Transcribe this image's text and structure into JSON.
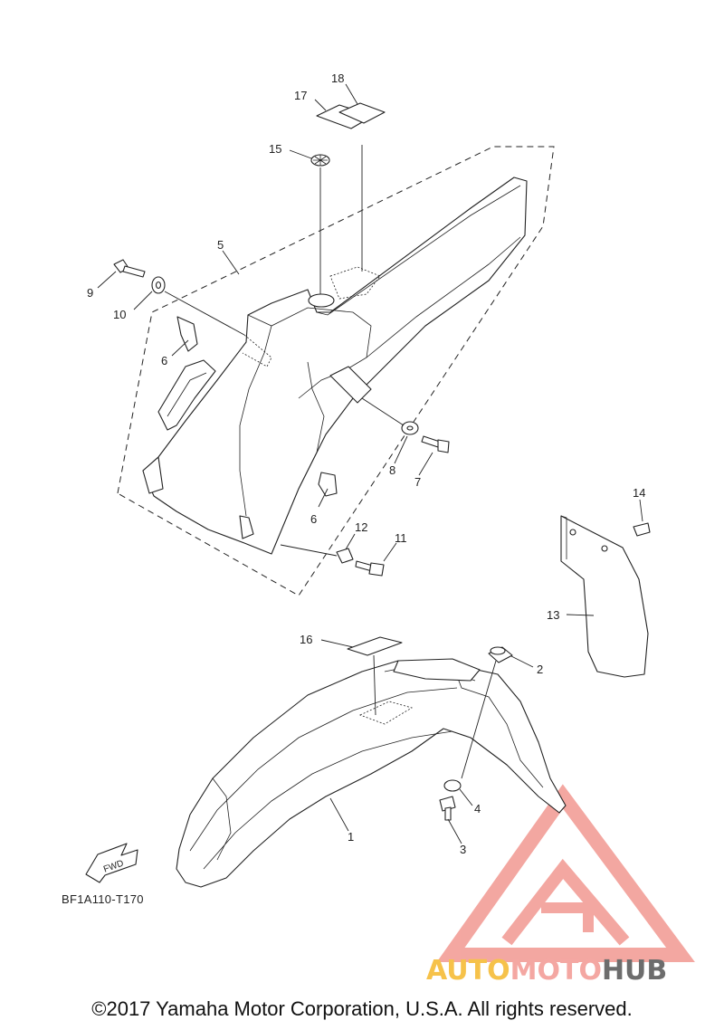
{
  "diagram": {
    "drawing_code": "BF1A110-T170",
    "fwd_label": "FWD",
    "callouts": [
      "1",
      "2",
      "3",
      "4",
      "5",
      "6",
      "6",
      "7",
      "8",
      "9",
      "10",
      "11",
      "12",
      "13",
      "14",
      "15",
      "16",
      "17",
      "18"
    ]
  },
  "watermark": {
    "brand_auto": "AUTO",
    "brand_moto": "MOTO",
    "brand_hub": "HUB",
    "colors": {
      "auto": "#f6c24a",
      "moto": "#f4a7a2",
      "hub": "#6d6d6d",
      "logo": "#f08a82"
    }
  },
  "footer": {
    "copyright": "©2017 Yamaha Motor Corporation, U.S.A. All rights reserved."
  }
}
